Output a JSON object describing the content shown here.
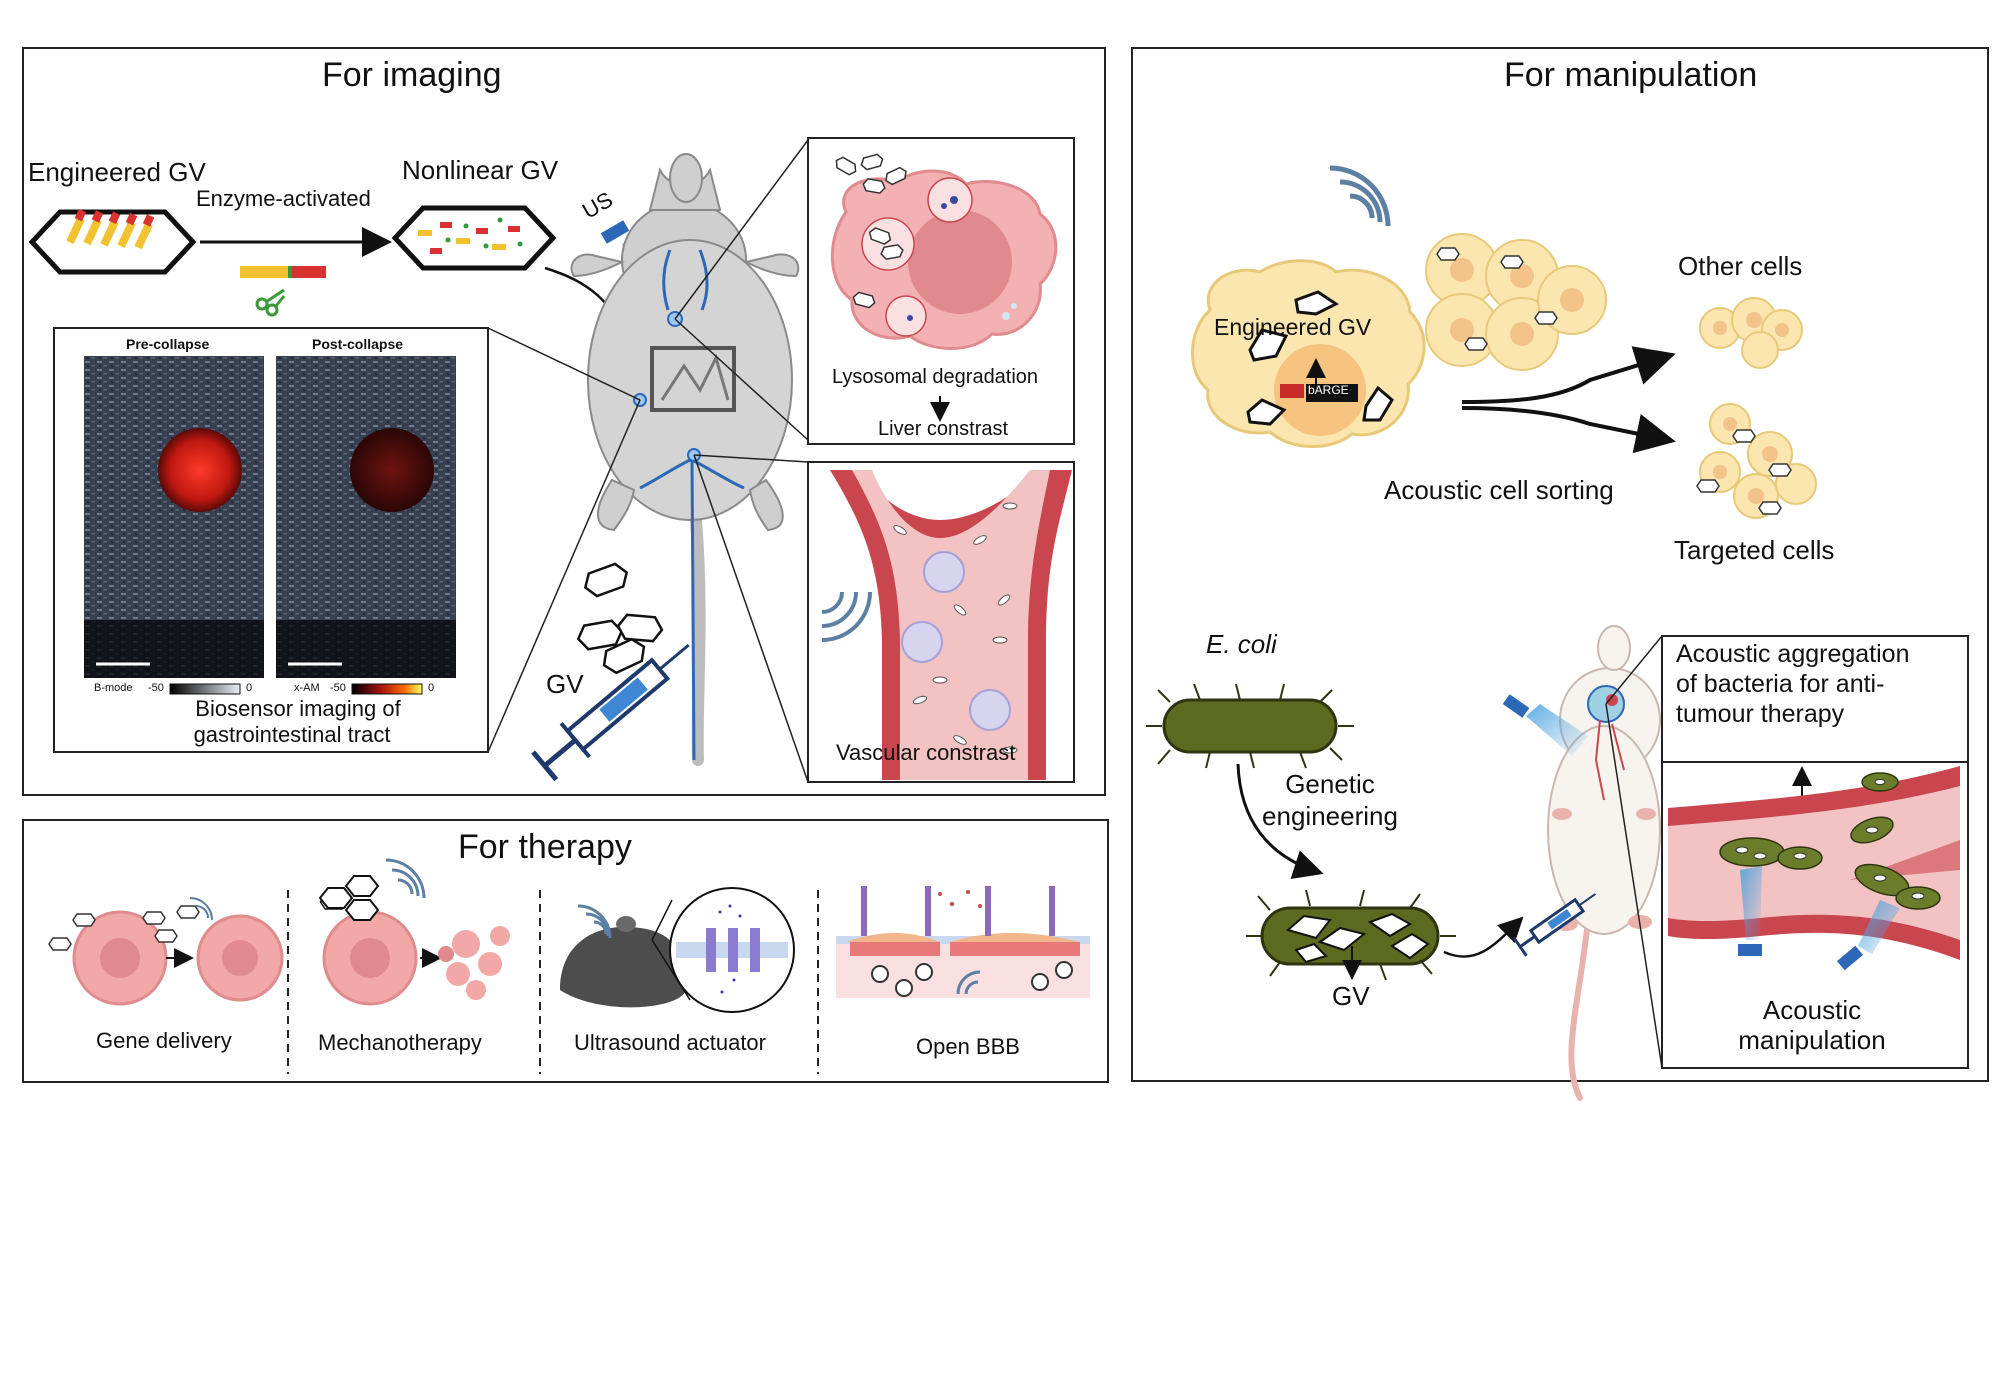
{
  "imaging": {
    "title": "For  imaging",
    "engineered_gv": "Engineered GV",
    "nonlinear_gv": "Nonlinear GV",
    "enzyme_activated": "Enzyme-activated",
    "us": "US",
    "pre_collapse": "Pre-collapse",
    "post_collapse": "Post-collapse",
    "bmode_label": "B-mode",
    "bmode_min": "-50",
    "bmode_max": "0",
    "xam_label": "x-AM",
    "xam_min": "-50",
    "xam_max": "0",
    "biosensor_line1": "Biosensor imaging of",
    "biosensor_line2": "gastrointestinal tract",
    "lysosomal": "Lysosomal degradation",
    "liver": "Liver constrast",
    "gv": "GV",
    "vascular": "Vascular constrast"
  },
  "therapy": {
    "title": "For  therapy",
    "items": [
      "Gene delivery",
      "Mechanotherapy",
      "Ultrasound actuator",
      "Open BBB"
    ]
  },
  "manipulation": {
    "title": "For  manipulation",
    "engineered_gv": "Engineered GV",
    "barge": "bARGE",
    "other_cells": "Other cells",
    "sorting": "Acoustic cell sorting",
    "targeted": "Targeted cells",
    "ecoli": "E. coli",
    "genetic_line1": "Genetic",
    "genetic_line2": "engineering",
    "gv": "GV",
    "aggregation_line1": "Acoustic aggregation",
    "aggregation_line2": "of bacteria for anti-",
    "aggregation_line3": "tumour therapy",
    "acoustic_line1": "Acoustic",
    "acoustic_line2": "manipulation"
  },
  "colors": {
    "frame": "#222222",
    "vessel_red": "#c9464f",
    "vessel_pink": "#f2c3c2",
    "cell_pink": "#f3a8a8",
    "cell_yellow": "#fbe6b0",
    "ecoli_green": "#5c6a1f",
    "us_blue": "#2d68b8",
    "wave_blue": "#5c7fa3"
  }
}
